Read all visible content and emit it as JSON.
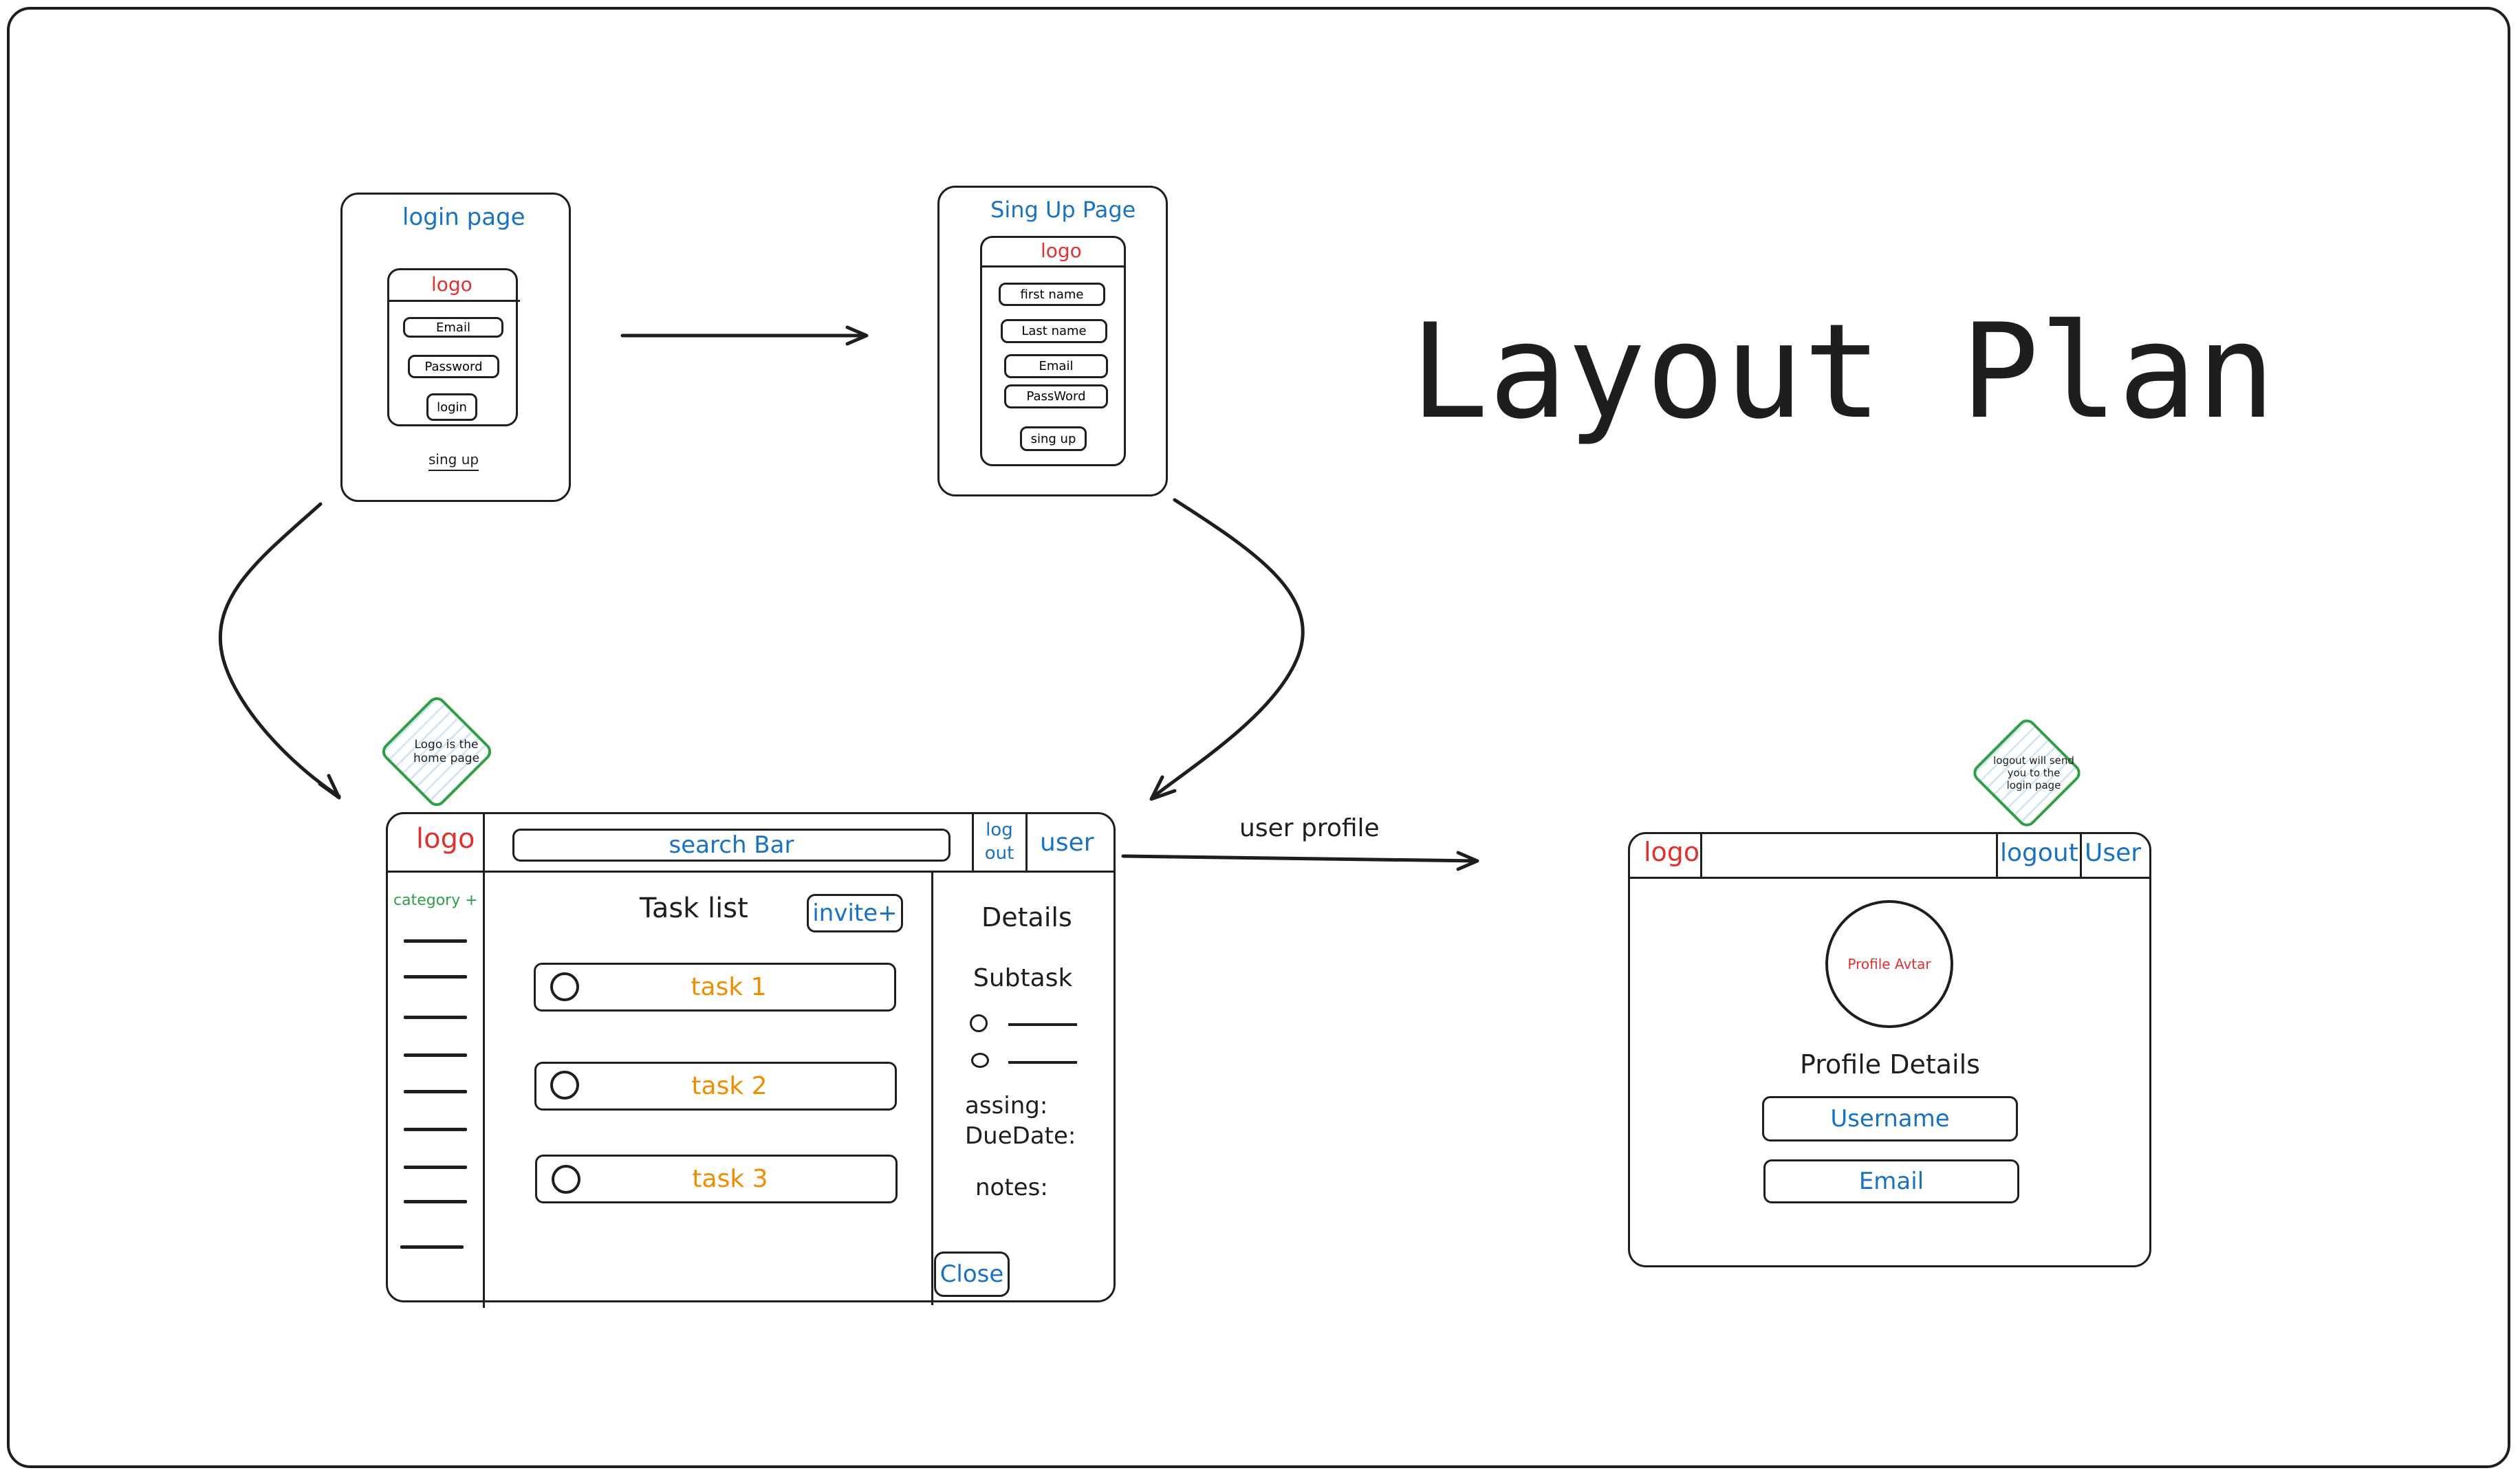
{
  "title": "Layout Plan",
  "login_page": {
    "heading": "login page",
    "logo": "logo",
    "fields": [
      "Email",
      "Password"
    ],
    "login_button": "login",
    "signup_link": "sing up"
  },
  "signup_page": {
    "heading": "Sing Up Page",
    "logo": "logo",
    "fields": [
      "first name",
      "Last name",
      "Email",
      "PassWord"
    ],
    "signup_button": "sing up"
  },
  "home_page": {
    "logo": "logo",
    "search_bar": "search Bar",
    "logout": "log out",
    "user": "user",
    "category": "category +",
    "task_list_title": "Task list",
    "invite_button": "invite+",
    "tasks": [
      "task 1",
      "task 2",
      "task 3"
    ],
    "details_title": "Details",
    "subtask_title": "Subtask",
    "assign_label": "assing:",
    "due_date_label": "DueDate:",
    "notes_label": "notes:",
    "close_button": "Close"
  },
  "home_note": "Logo is the home page",
  "profile_link_label": "user profile",
  "profile_page": {
    "logo": "logo",
    "logout": "logout",
    "user": "User",
    "avatar": "Profile Avtar",
    "details_title": "Profile Details",
    "username": "Username",
    "email": "Email"
  },
  "profile_note": "logout will send you to the login page",
  "colors": {
    "stroke": "#1e1e1e",
    "blue": "#1971c2",
    "red": "#e03131",
    "orange": "#f08c00",
    "green": "#2f9e44"
  }
}
